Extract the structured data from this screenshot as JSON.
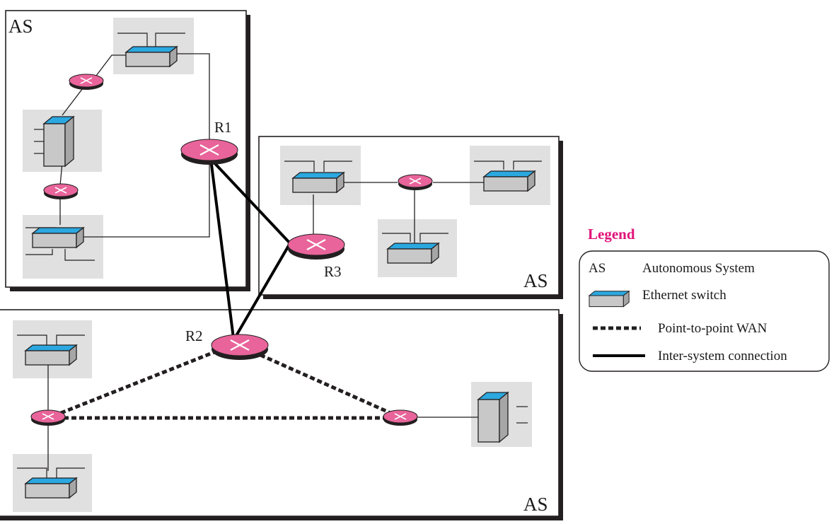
{
  "diagram": {
    "autonomous_systems": [
      {
        "id": "as-top-left",
        "label": "AS"
      },
      {
        "id": "as-right",
        "label": "AS"
      },
      {
        "id": "as-bottom",
        "label": "AS"
      }
    ],
    "routers": {
      "r1": "R1",
      "r2": "R2",
      "r3": "R3"
    }
  },
  "legend": {
    "title": "Legend",
    "items": [
      {
        "symbol": "AS",
        "text": "Autonomous System"
      },
      {
        "symbol": "ethernet-switch-icon",
        "text": "Ethernet switch"
      },
      {
        "symbol": "dotted-line",
        "text": "Point-to-point WAN"
      },
      {
        "symbol": "solid-line",
        "text": "Inter-system connection"
      }
    ]
  },
  "colors": {
    "router": "#e8649a",
    "router_dark": "#231f20",
    "switch_top": "#2ba8e0",
    "switch_body": "#c8c8c8",
    "device_bg": "#e0e0e0",
    "legend_title": "#e1137a"
  }
}
